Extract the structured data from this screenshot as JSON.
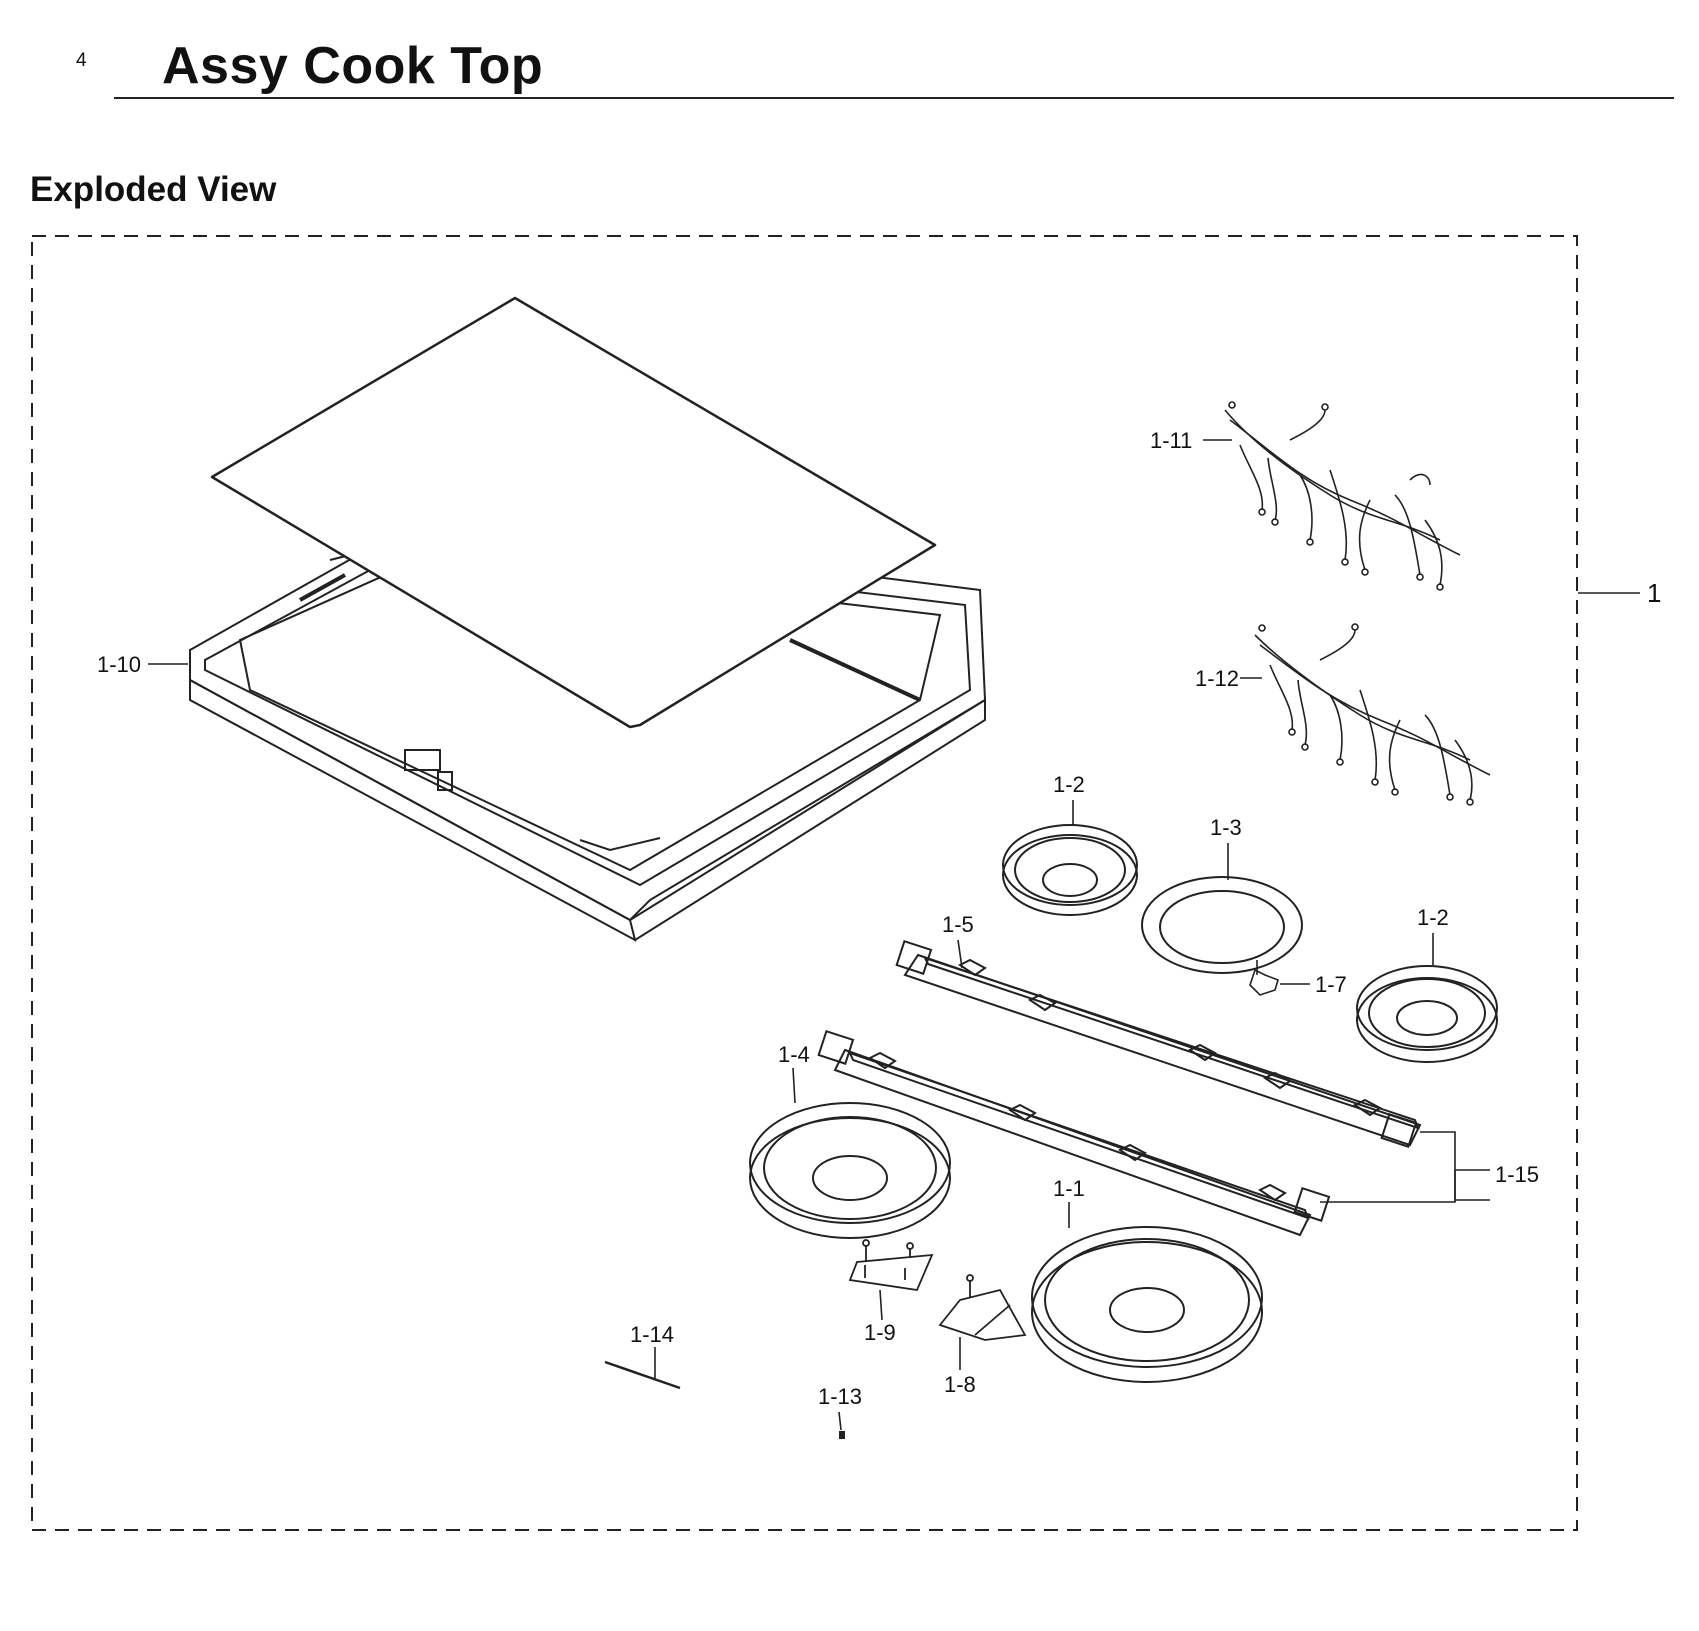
{
  "page": {
    "number": "4",
    "title": "Assy Cook Top"
  },
  "section": {
    "heading": "Exploded View"
  },
  "callouts": {
    "assembly": "1",
    "p1_1": "1-1",
    "p1_2a": "1-2",
    "p1_2b": "1-2",
    "p1_3": "1-3",
    "p1_4": "1-4",
    "p1_5": "1-5",
    "p1_7": "1-7",
    "p1_8": "1-8",
    "p1_9": "1-9",
    "p1_10": "1-10",
    "p1_11": "1-11",
    "p1_12": "1-12",
    "p1_13": "1-13",
    "p1_14": "1-14",
    "p1_15": "1-15"
  },
  "colors": {
    "ink": "#111111",
    "paper": "#ffffff"
  }
}
